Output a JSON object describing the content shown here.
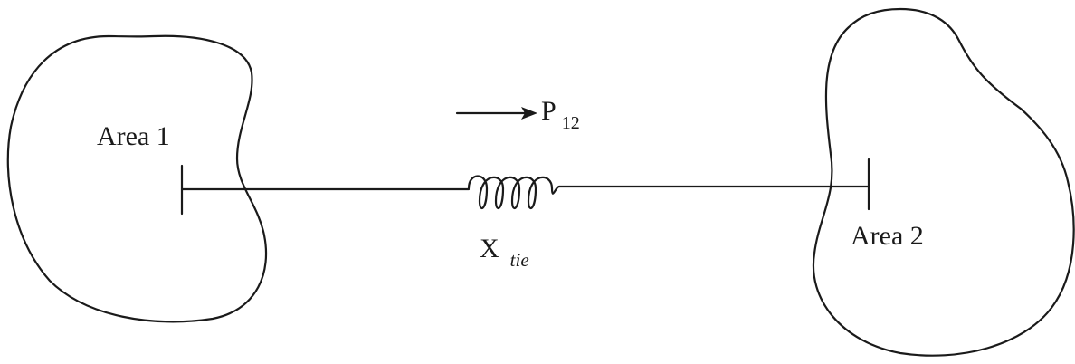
{
  "diagram": {
    "area1": {
      "label": "Area 1"
    },
    "area2": {
      "label": "Area 2"
    },
    "power_flow": {
      "symbol": "P",
      "subscript": "12"
    },
    "tie_line": {
      "symbol": "X",
      "subscript": "tie"
    }
  }
}
